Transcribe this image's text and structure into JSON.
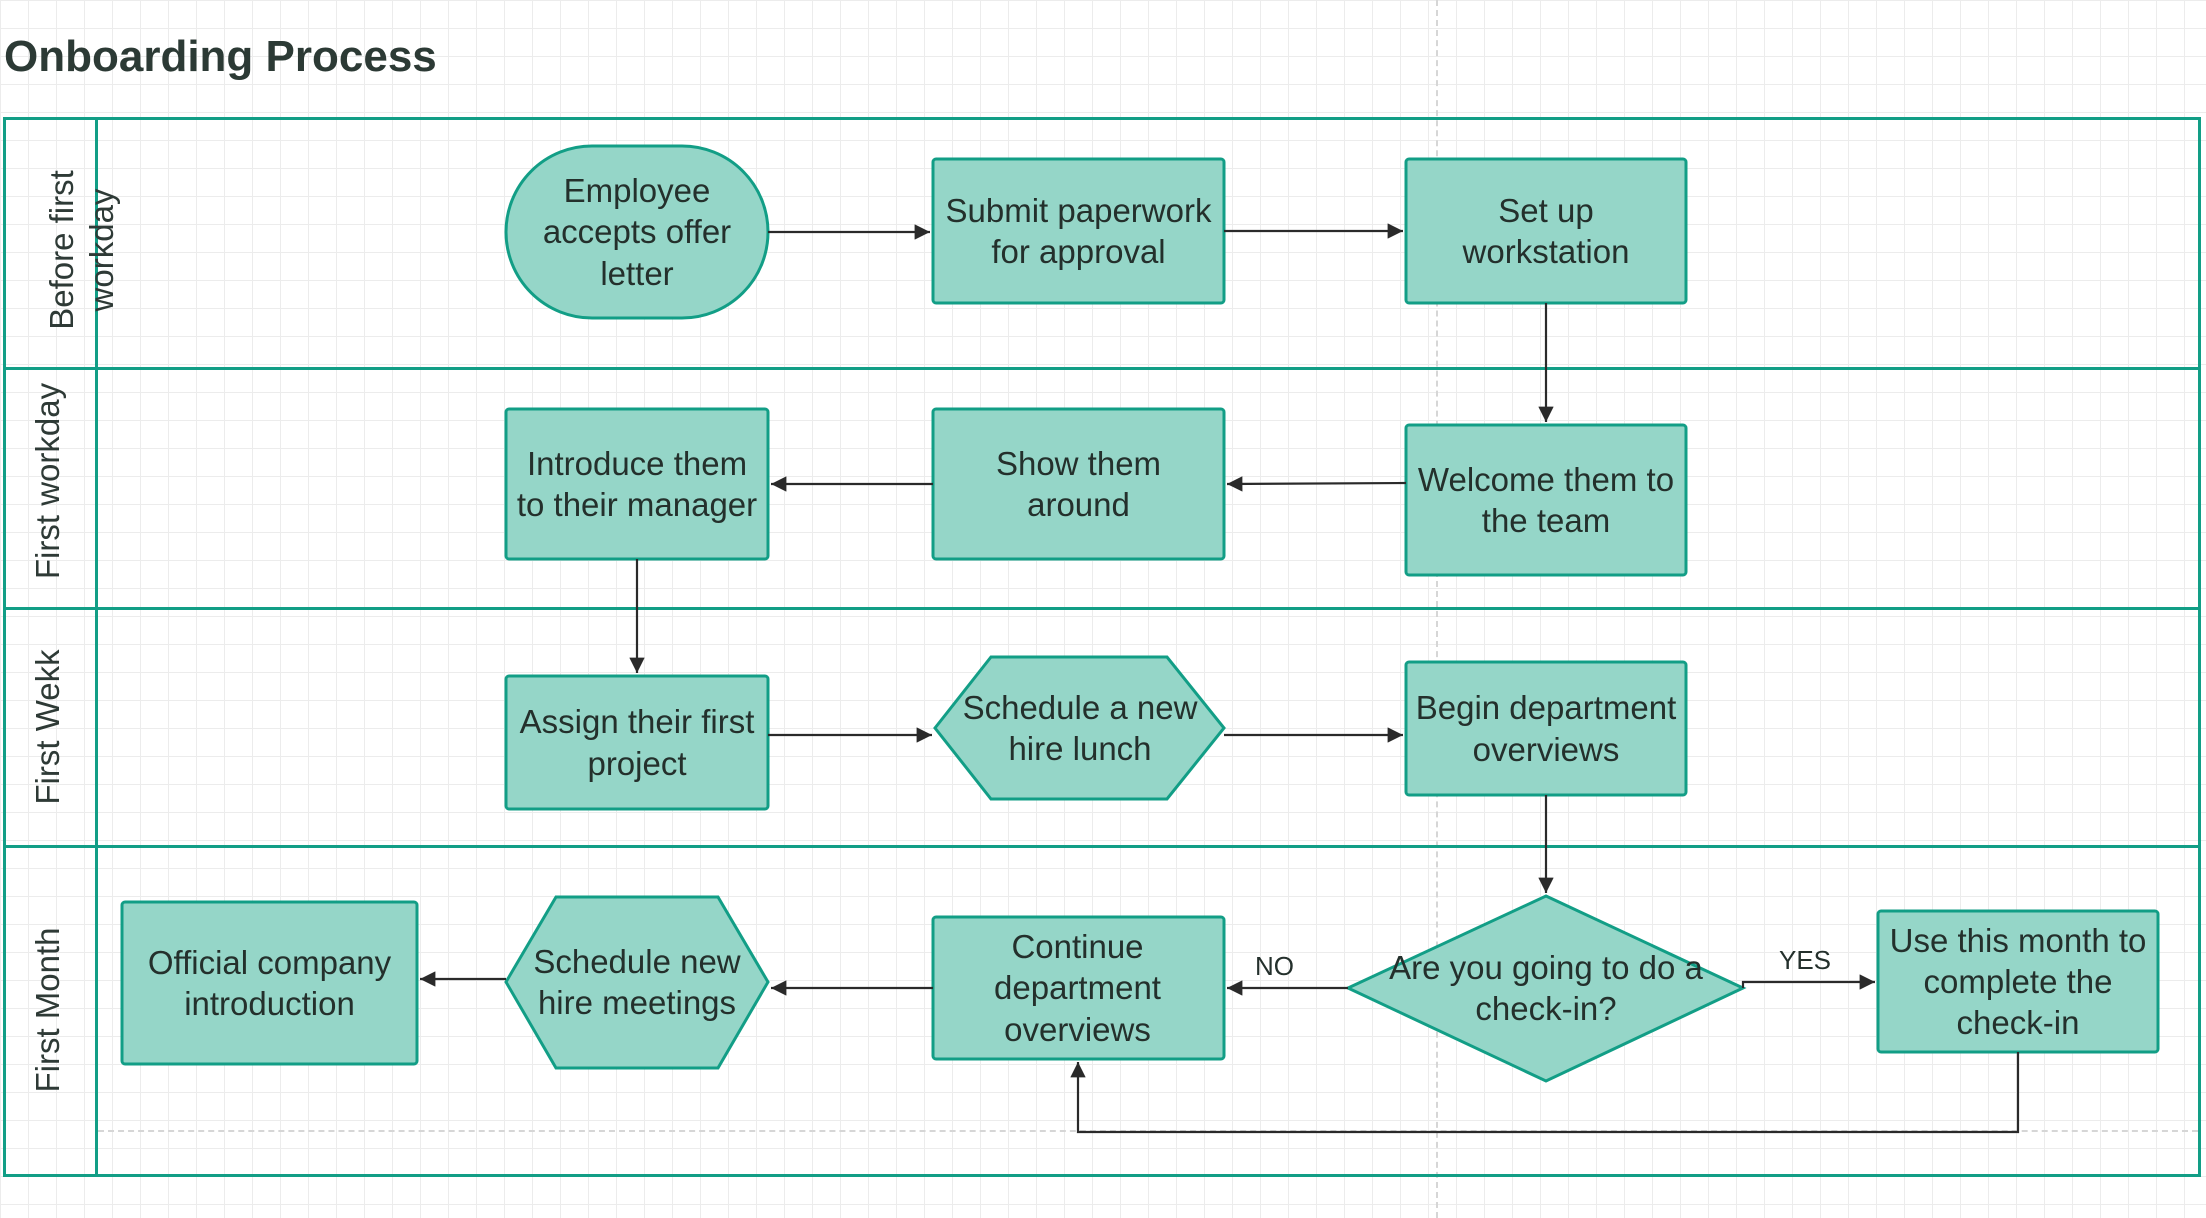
{
  "title": "Onboarding Process",
  "colors": {
    "fill": "#95d6c8",
    "stroke": "#129e86",
    "arrow": "#2a2a2a",
    "text": "#24302c"
  },
  "lanes": [
    {
      "label": "Before first workday"
    },
    {
      "label": "First workday"
    },
    {
      "label": "First Wekk"
    },
    {
      "label": "First Month"
    }
  ],
  "nodes": {
    "accept_offer": {
      "text": "Employee accepts offer letter",
      "shape": "terminator"
    },
    "submit_paperwork": {
      "text": "Submit paperwork for approval",
      "shape": "process"
    },
    "setup_workstation": {
      "text": "Set up workstation",
      "shape": "process"
    },
    "welcome_team": {
      "text": "Welcome them to the team",
      "shape": "process"
    },
    "show_around": {
      "text": "Show them around",
      "shape": "process"
    },
    "introduce_manager": {
      "text": "Introduce them to their manager",
      "shape": "process"
    },
    "assign_project": {
      "text": "Assign their first project",
      "shape": "process"
    },
    "schedule_lunch": {
      "text": "Schedule a new hire lunch",
      "shape": "preparation"
    },
    "begin_overviews": {
      "text": "Begin department overviews",
      "shape": "process"
    },
    "checkin_decision": {
      "text": "Are you going to do a check-in?",
      "shape": "decision"
    },
    "complete_checkin": {
      "text": "Use this month to complete the check-in",
      "shape": "process"
    },
    "continue_overviews": {
      "text": "Continue department overviews",
      "shape": "process"
    },
    "schedule_meetings": {
      "text": "Schedule new hire meetings",
      "shape": "preparation"
    },
    "company_intro": {
      "text": "Official company introduction",
      "shape": "process"
    }
  },
  "edges": {
    "yes_label": "YES",
    "no_label": "NO"
  }
}
